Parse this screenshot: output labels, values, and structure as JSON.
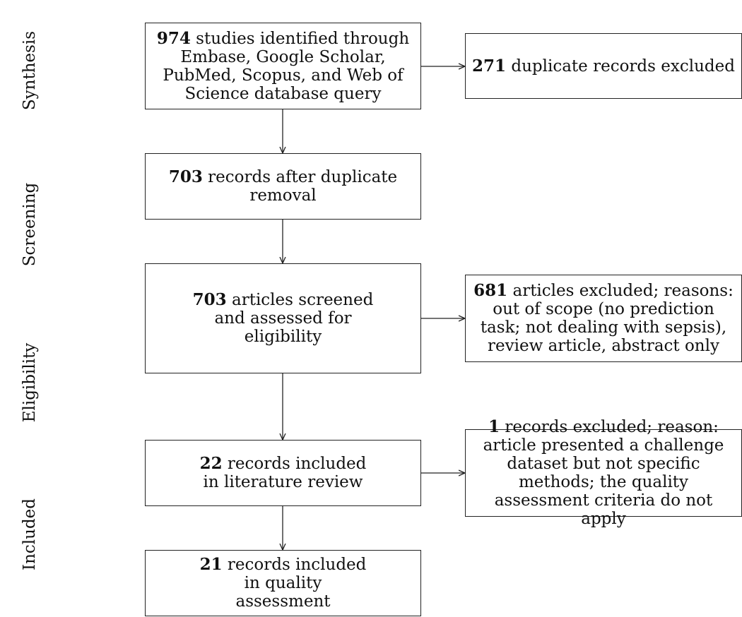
{
  "stages": [
    {
      "id": "synthesis",
      "label": "Synthesis"
    },
    {
      "id": "screening",
      "label": "Screening"
    },
    {
      "id": "eligibility",
      "label": "Eligibility"
    },
    {
      "id": "included",
      "label": "Included"
    }
  ],
  "boxes": {
    "identified": {
      "num": "974",
      "text": " studies identified through Embase, Google Scholar, PubMed, Scopus, and Web of Science database query"
    },
    "duplicates": {
      "num": "271",
      "text": " duplicate records excluded"
    },
    "after_removal": {
      "num": "703",
      "text": " records after duplicate removal"
    },
    "screened": {
      "num": "703",
      "text": " articles screened and assessed for eligibility"
    },
    "excluded_articles": {
      "num": "681",
      "text": " articles excluded; reasons: out of scope (no prediction task; not dealing with sepsis), review article, abstract only"
    },
    "lit_review": {
      "num": "22",
      "text": " records included in literature review"
    },
    "excluded_record": {
      "num": "1",
      "text": " records excluded; reason: article presented a challenge dataset but not specific methods; the quality assessment criteria do not apply"
    },
    "quality": {
      "num": "21",
      "text": " records included in quality assessment"
    }
  }
}
